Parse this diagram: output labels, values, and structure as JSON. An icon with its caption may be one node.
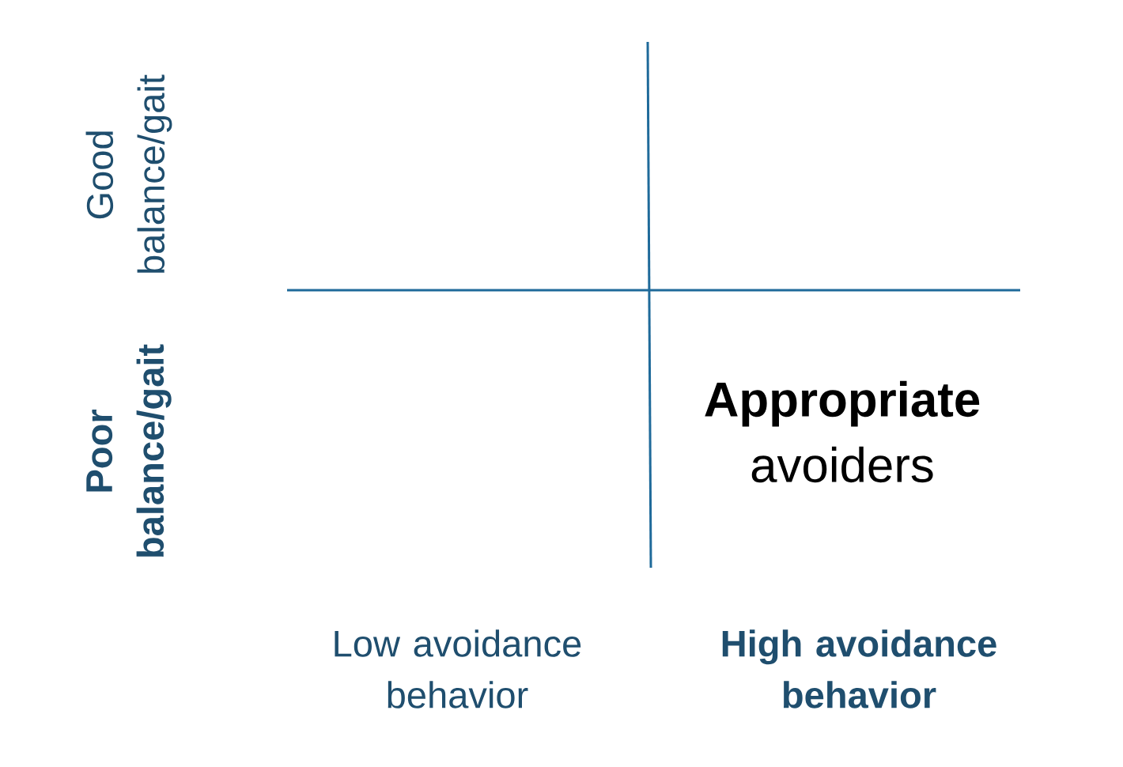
{
  "diagram": {
    "labels": [
      "Good balance/gait",
      "Poor balance/gait",
      "**Appropriate** avoiders",
      "Low avoidance behavior",
      "High avoidance behavior"
    ]
  }
}
